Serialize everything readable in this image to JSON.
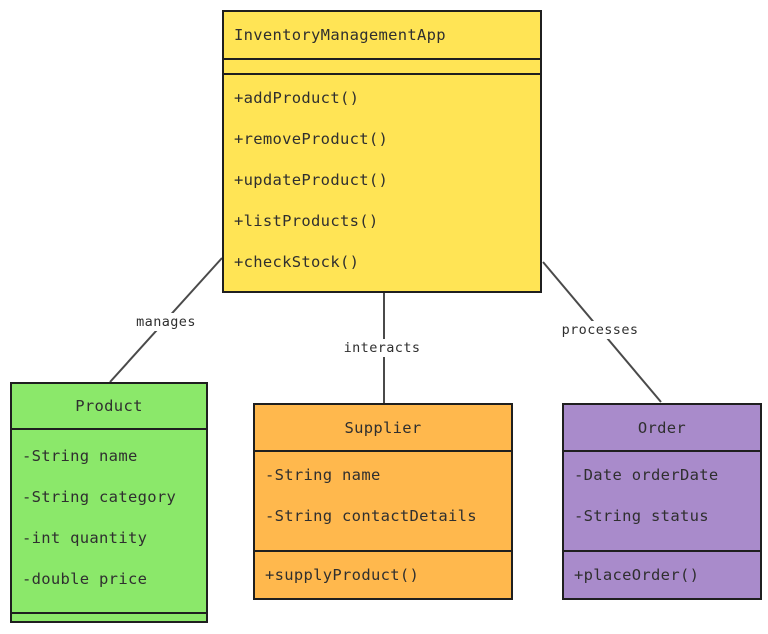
{
  "diagram": {
    "type": "uml-class-diagram",
    "background_color": "#ffffff",
    "border_color": "#1f1f1f",
    "connector_color": "#4a4a4a",
    "text_color": "#2f2f2f"
  },
  "classes": [
    {
      "name": "InventoryManagementApp",
      "fill_color": "#FFE455",
      "attributes": [],
      "methods": [
        "+addProduct()",
        "+removeProduct()",
        "+updateProduct()",
        "+listProducts()",
        "+checkStock()"
      ]
    },
    {
      "name": "Product",
      "fill_color": "#8BE86A",
      "attributes": [
        "-String name",
        "-String category",
        "-int quantity",
        "-double price"
      ],
      "methods": []
    },
    {
      "name": "Supplier",
      "fill_color": "#FFB84D",
      "attributes": [
        "-String name",
        "-String contactDetails"
      ],
      "methods": [
        "+supplyProduct()"
      ]
    },
    {
      "name": "Order",
      "fill_color": "#A98BCB",
      "attributes": [
        "-Date orderDate",
        "-String status"
      ],
      "methods": [
        "+placeOrder()"
      ]
    }
  ],
  "relationships": [
    {
      "label": "manages",
      "from": "InventoryManagementApp",
      "to": "Product"
    },
    {
      "label": "interacts",
      "from": "InventoryManagementApp",
      "to": "Supplier"
    },
    {
      "label": "processes",
      "from": "InventoryManagementApp",
      "to": "Order"
    }
  ]
}
